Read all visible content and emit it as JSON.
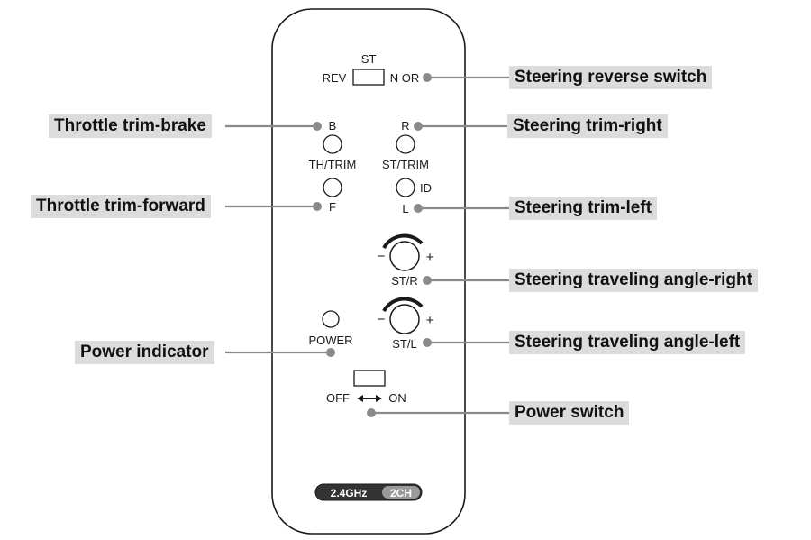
{
  "panel": {
    "st_label": "ST",
    "rev_label": "REV",
    "nor_label": "N OR",
    "b_label": "B",
    "r_label": "R",
    "th_trim_label": "TH/TRIM",
    "st_trim_label": "ST/TRIM",
    "f_label": "F",
    "id_label": "ID",
    "l_label": "L",
    "minus_sign": "−",
    "plus_sign": "+",
    "st_r_label": "ST/R",
    "st_l_label": "ST/L",
    "power_label": "POWER",
    "off_label": "OFF",
    "on_label": "ON",
    "badge_freq": "2.4GHz",
    "badge_ch": "2CH"
  },
  "callouts": {
    "steering_reverse_switch": "Steering reverse switch",
    "throttle_trim_brake": "Throttle trim-brake",
    "steering_trim_right": "Steering trim-right",
    "throttle_trim_forward": "Throttle trim-forward",
    "steering_trim_left": "Steering trim-left",
    "steering_traveling_angle_right": "Steering traveling angle-right",
    "steering_traveling_angle_left": "Steering traveling angle-left",
    "power_indicator": "Power indicator",
    "power_switch": "Power switch"
  },
  "colors": {
    "leader_line": "#8a8a8a",
    "callout_background": "#dcdcdc",
    "outline": "#1a1a1a"
  }
}
